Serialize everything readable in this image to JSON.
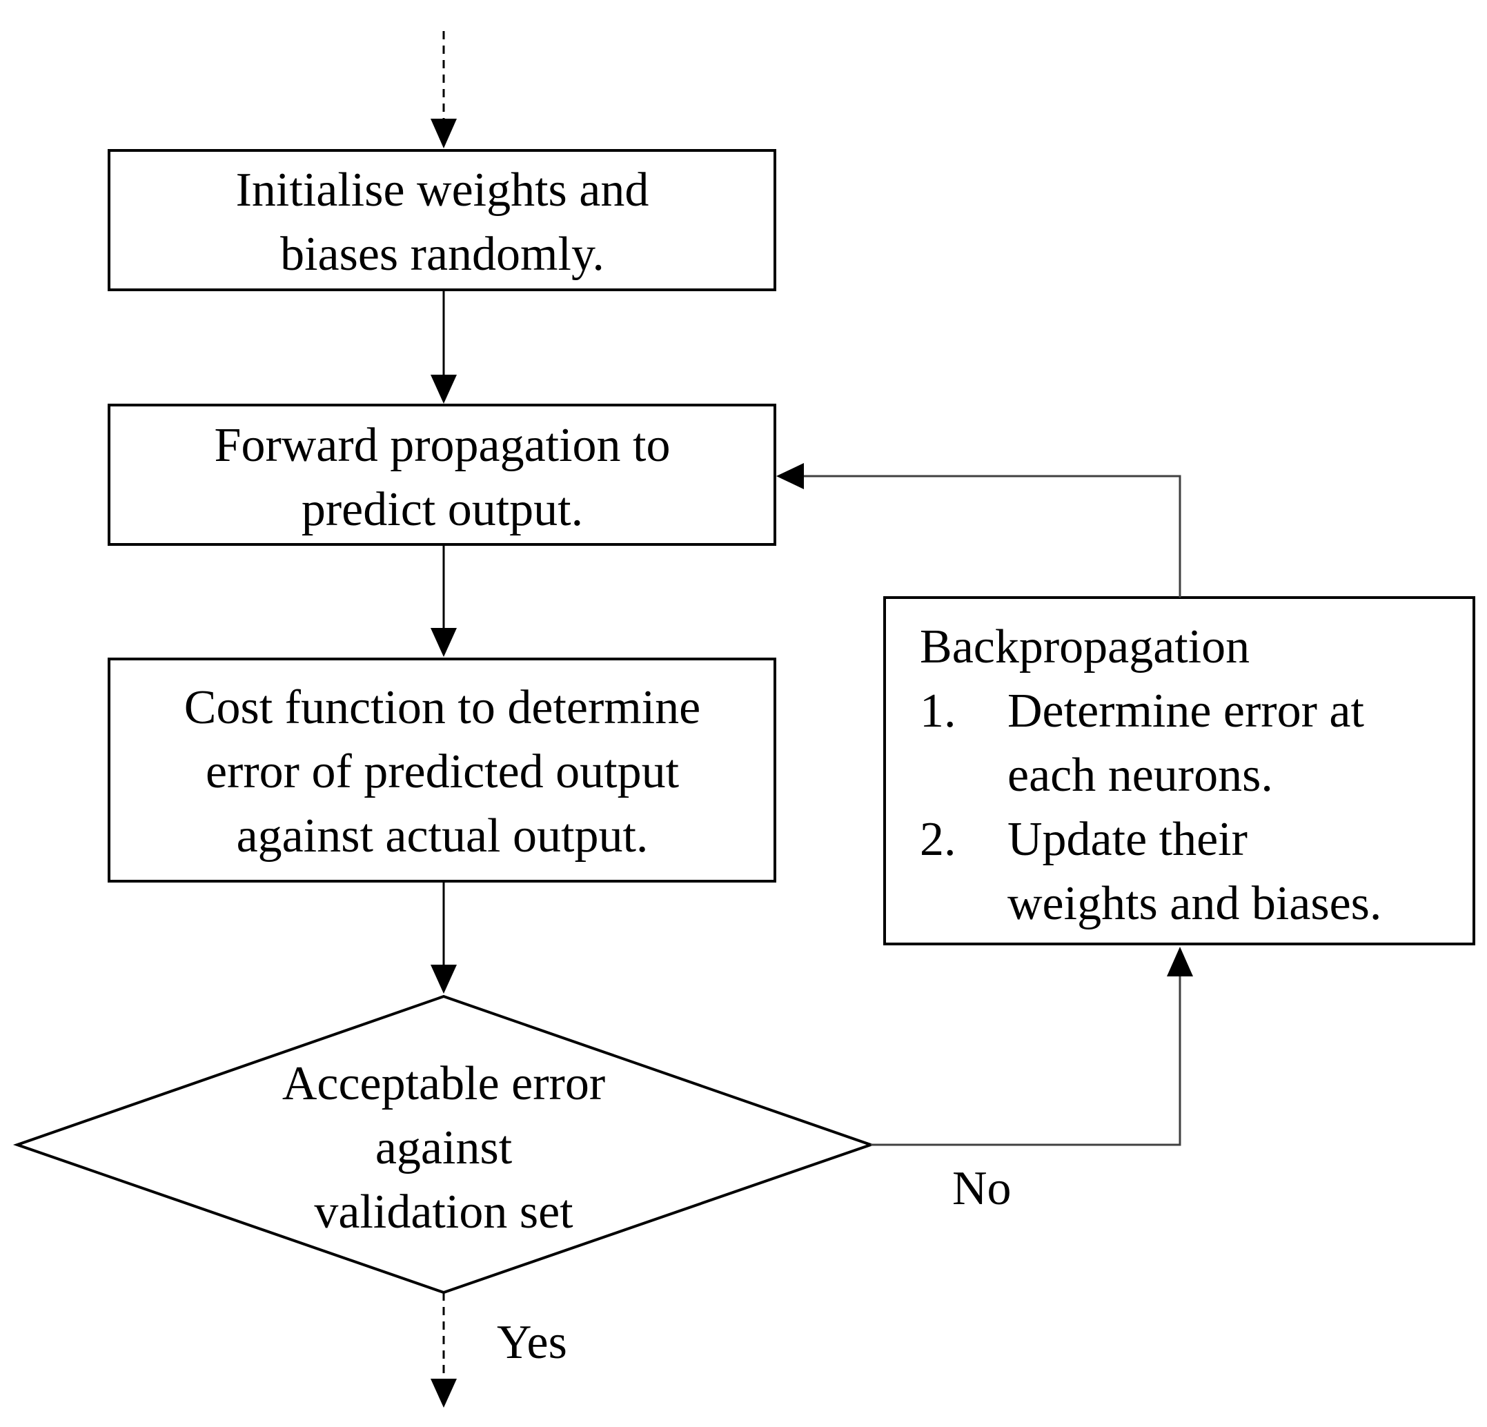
{
  "colors": {
    "stroke": "#000000",
    "connector": "#404040",
    "background": "#ffffff"
  },
  "nodes": {
    "init": {
      "lines": [
        "Initialise weights and",
        "biases randomly."
      ]
    },
    "forward": {
      "lines": [
        "Forward propagation to",
        "predict output."
      ]
    },
    "cost": {
      "lines": [
        "Cost function to determine",
        "error of predicted output",
        "against actual output."
      ]
    },
    "decision": {
      "lines": [
        "Acceptable error",
        "against",
        "validation set"
      ]
    },
    "backprop": {
      "title": "Backpropagation",
      "items": [
        {
          "number": "1.",
          "lines": [
            "Determine error at",
            "each neurons."
          ]
        },
        {
          "number": "2.",
          "lines": [
            "Update their",
            "weights and biases."
          ]
        }
      ]
    }
  },
  "edge_labels": {
    "no": "No",
    "yes": "Yes"
  }
}
